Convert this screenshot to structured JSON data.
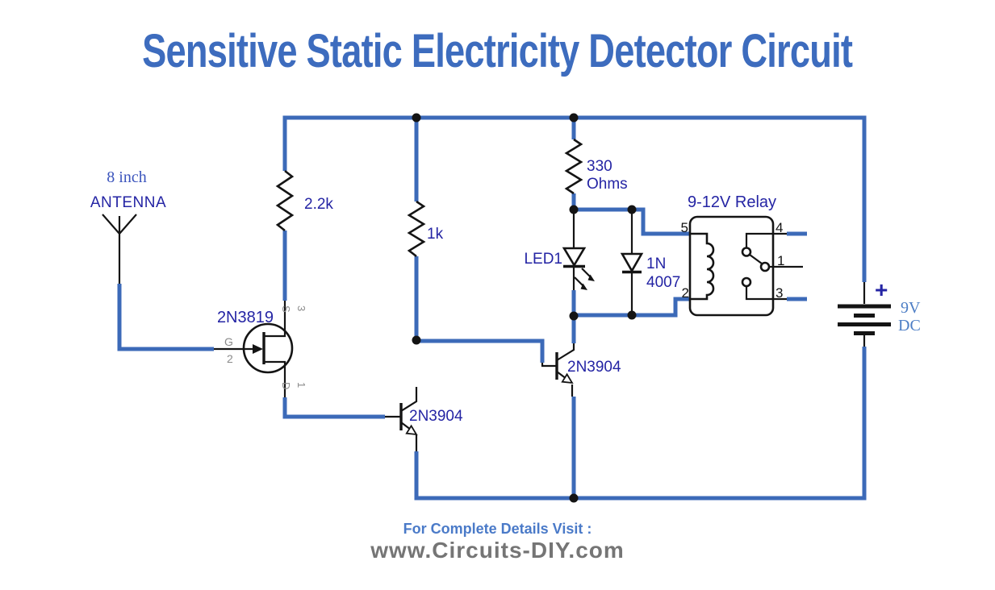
{
  "title": "Sensitive Static Electricity Detector Circuit",
  "colors": {
    "wire": "#3c6ab8",
    "ink": "#141414",
    "label": "#2424a4",
    "pin": "#8a8a8a",
    "steel": "#4d7ec5",
    "royal": "#3c55bd",
    "title": "#3d6cbe",
    "footerBlue": "#4a7ac8",
    "footerGray": "#757575",
    "bg": "#ffffff"
  },
  "antenna": {
    "size_label": "8 inch",
    "name_label": "ANTENNA"
  },
  "components": {
    "r1_label": "2.2k",
    "r2_label": "1k",
    "r3_label_line1": "330",
    "r3_label_line2": "Ohms",
    "jfet": {
      "label": "2N3819",
      "source": "S",
      "source_pin": "3",
      "gate": "G",
      "gate_pin": "2",
      "drain": "D",
      "drain_pin": "1"
    },
    "q1_label": "2N3904",
    "q2_label": "2N3904",
    "led_label": "LED1",
    "diode_label_line1": "1N",
    "diode_label_line2": "4007",
    "relay": {
      "label": "9-12V Relay",
      "pin5": "5",
      "pin4": "4",
      "pin1": "1",
      "pin3": "3",
      "pin2": "2"
    },
    "battery": {
      "polarity": "+",
      "voltage": "9V",
      "supply": "DC"
    }
  },
  "footer": {
    "line1": "For Complete Details Visit :",
    "line2": "www.Circuits-DIY.com"
  }
}
